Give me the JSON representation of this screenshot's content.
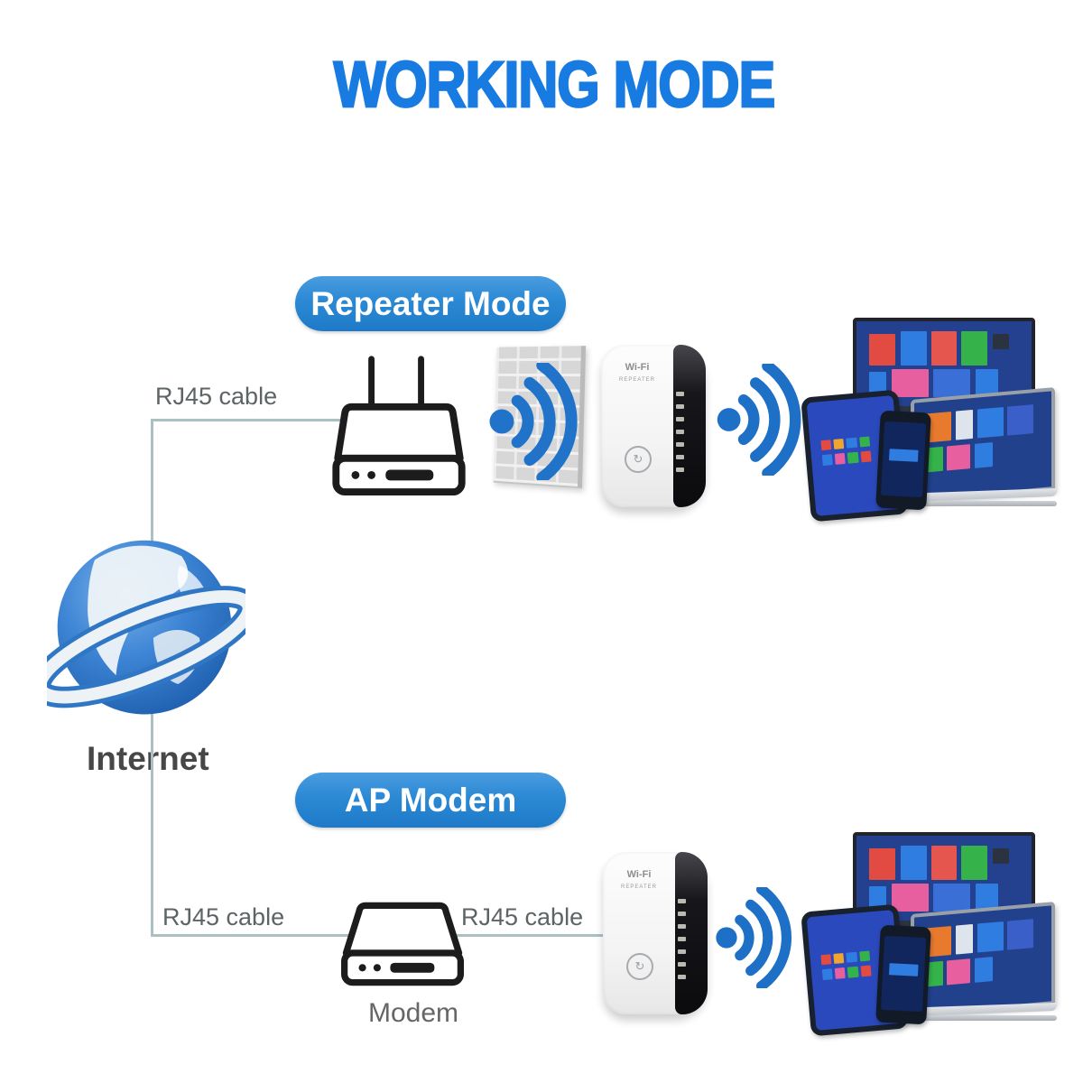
{
  "title": "WORKING MODE",
  "sections": {
    "repeater": {
      "label": "Repeater Mode"
    },
    "ap": {
      "label": "AP Modem"
    }
  },
  "labels": {
    "internet": "Internet",
    "modem": "Modem",
    "rj45_top": "RJ45 cable",
    "rj45_bottom_left": "RJ45 cable",
    "rj45_bottom_mid": "RJ45 cable"
  },
  "device": {
    "logo_line1": "Wi-Fi",
    "logo_line2": "REPEATER",
    "wps_glyph": "↻",
    "led_count": 7
  },
  "colors": {
    "title_blue": "#187be2",
    "pill_blue": "#2b89d4",
    "wifi_blue": "#1d70c5",
    "line_gray": "#abc0c2",
    "label_gray": "#5d6466",
    "screen_navy": "#24418f"
  },
  "icons": [
    "router-icon",
    "brick-wall",
    "wifi-signal-icon",
    "repeater-device",
    "devices-cluster",
    "globe-icon",
    "modem-icon"
  ],
  "tiles": {
    "monitor": [
      {
        "l": 7,
        "t": 10,
        "w": 15,
        "h": 26,
        "c": "#e14b42"
      },
      {
        "l": 25,
        "t": 8,
        "w": 15,
        "h": 28,
        "c": "#2f7de1"
      },
      {
        "l": 43,
        "t": 8,
        "w": 14,
        "h": 28,
        "c": "#e4564e"
      },
      {
        "l": 60,
        "t": 8,
        "w": 15,
        "h": 28,
        "c": "#35b24a"
      },
      {
        "l": 78,
        "t": 10,
        "w": 9,
        "h": 13,
        "c": "#2a333f"
      },
      {
        "l": 7,
        "t": 41,
        "w": 10,
        "h": 19,
        "c": "#2f7de1"
      },
      {
        "l": 20,
        "t": 39,
        "w": 21,
        "h": 23,
        "c": "#e85fa0"
      },
      {
        "l": 44,
        "t": 39,
        "w": 21,
        "h": 23,
        "c": "#3a6fd8"
      },
      {
        "l": 68,
        "t": 39,
        "w": 13,
        "h": 23,
        "c": "#2f7de1"
      },
      {
        "l": 7,
        "t": 67,
        "w": 13,
        "h": 23,
        "c": "#35b24a"
      },
      {
        "l": 23,
        "t": 69,
        "w": 15,
        "h": 19,
        "c": "#2b3542"
      },
      {
        "l": 41,
        "t": 69,
        "w": 15,
        "h": 19,
        "c": "#e8828f"
      }
    ],
    "laptop": [
      {
        "l": 8,
        "t": 12,
        "w": 19,
        "h": 30,
        "c": "#e87a2e"
      },
      {
        "l": 30,
        "t": 12,
        "w": 13,
        "h": 30,
        "c": "#dde4ec"
      },
      {
        "l": 46,
        "t": 12,
        "w": 19,
        "h": 30,
        "c": "#2f7de1"
      },
      {
        "l": 68,
        "t": 12,
        "w": 19,
        "h": 30,
        "c": "#3a5fc8"
      },
      {
        "l": 8,
        "t": 48,
        "w": 13,
        "h": 26,
        "c": "#35b24a"
      },
      {
        "l": 24,
        "t": 48,
        "w": 17,
        "h": 26,
        "c": "#e85fa0"
      },
      {
        "l": 44,
        "t": 48,
        "w": 13,
        "h": 26,
        "c": "#2f7de1"
      }
    ],
    "tablet": [
      {
        "l": 12,
        "t": 34,
        "w": 12,
        "h": 9,
        "c": "#e14b42"
      },
      {
        "l": 27,
        "t": 34,
        "w": 12,
        "h": 9,
        "c": "#f0a62c"
      },
      {
        "l": 42,
        "t": 34,
        "w": 12,
        "h": 9,
        "c": "#2f7de1"
      },
      {
        "l": 57,
        "t": 34,
        "w": 12,
        "h": 9,
        "c": "#35b24a"
      },
      {
        "l": 12,
        "t": 47,
        "w": 12,
        "h": 9,
        "c": "#2f7de1"
      },
      {
        "l": 27,
        "t": 47,
        "w": 12,
        "h": 9,
        "c": "#e85fa0"
      },
      {
        "l": 42,
        "t": 47,
        "w": 12,
        "h": 9,
        "c": "#35b24a"
      },
      {
        "l": 57,
        "t": 47,
        "w": 12,
        "h": 9,
        "c": "#e14b42"
      }
    ],
    "phone": [
      {
        "l": 16,
        "t": 36,
        "w": 68,
        "h": 17,
        "c": "#2f7de1"
      }
    ]
  }
}
